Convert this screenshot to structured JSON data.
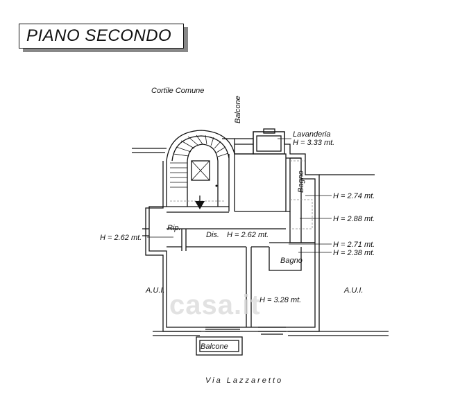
{
  "title": "PIANO SECONDO",
  "labels": {
    "cortile": "Cortile Comune",
    "balcone_top": "Balcone",
    "lavanderia": "Lavanderia",
    "h_lavanderia": "H = 3.33 mt.",
    "bagno_vertical": "Bagno",
    "h_274": "H = 2.74 mt.",
    "h_288": "H = 2.88 mt.",
    "h_271": "H = 2.71 mt.",
    "h_238": "H = 2.38 mt.",
    "bagno": "Bagno",
    "rip": "Rip.",
    "dis": "Dis.",
    "h_262_center": "H = 2.62 mt.",
    "h_262_left": "H = 2.62 mt.",
    "h_328": "H = 3.28 mt.",
    "aui_left": "A.U.I.",
    "aui_right": "A.U.I.",
    "balcone_bottom": "Balcone",
    "street": "Via Lazzaretto"
  },
  "watermark": "casa.it",
  "colors": {
    "line": "#111111",
    "shadow": "#888888",
    "hatch": "#9a9a9a"
  }
}
